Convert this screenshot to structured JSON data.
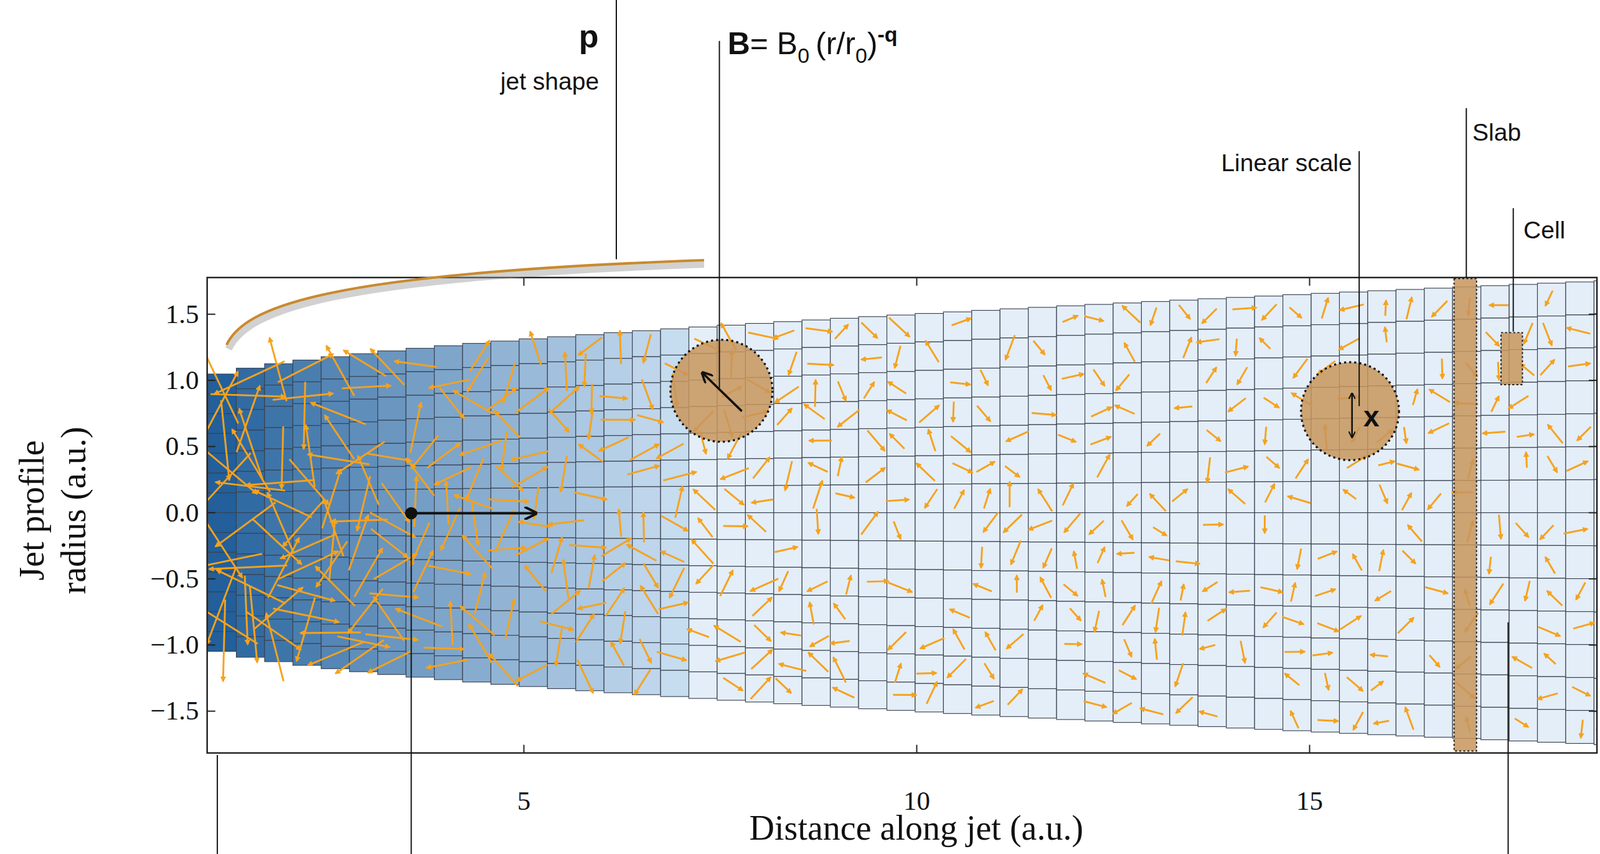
{
  "diagram": {
    "labels": [
      "p",
      "jet shape",
      "B",
      "= B",
      "0",
      "(r/r",
      "0",
      ")",
      "-q",
      "Linear scale",
      "x",
      "Slab",
      "Cell",
      "1.5",
      "1.0",
      "0.5",
      "0.0",
      "−0.5",
      "−1.0",
      "−1.5",
      "5",
      "10",
      "15",
      "Jet profile radius (a.u.)",
      "Distance along jet (a.u.)"
    ]
  }
}
